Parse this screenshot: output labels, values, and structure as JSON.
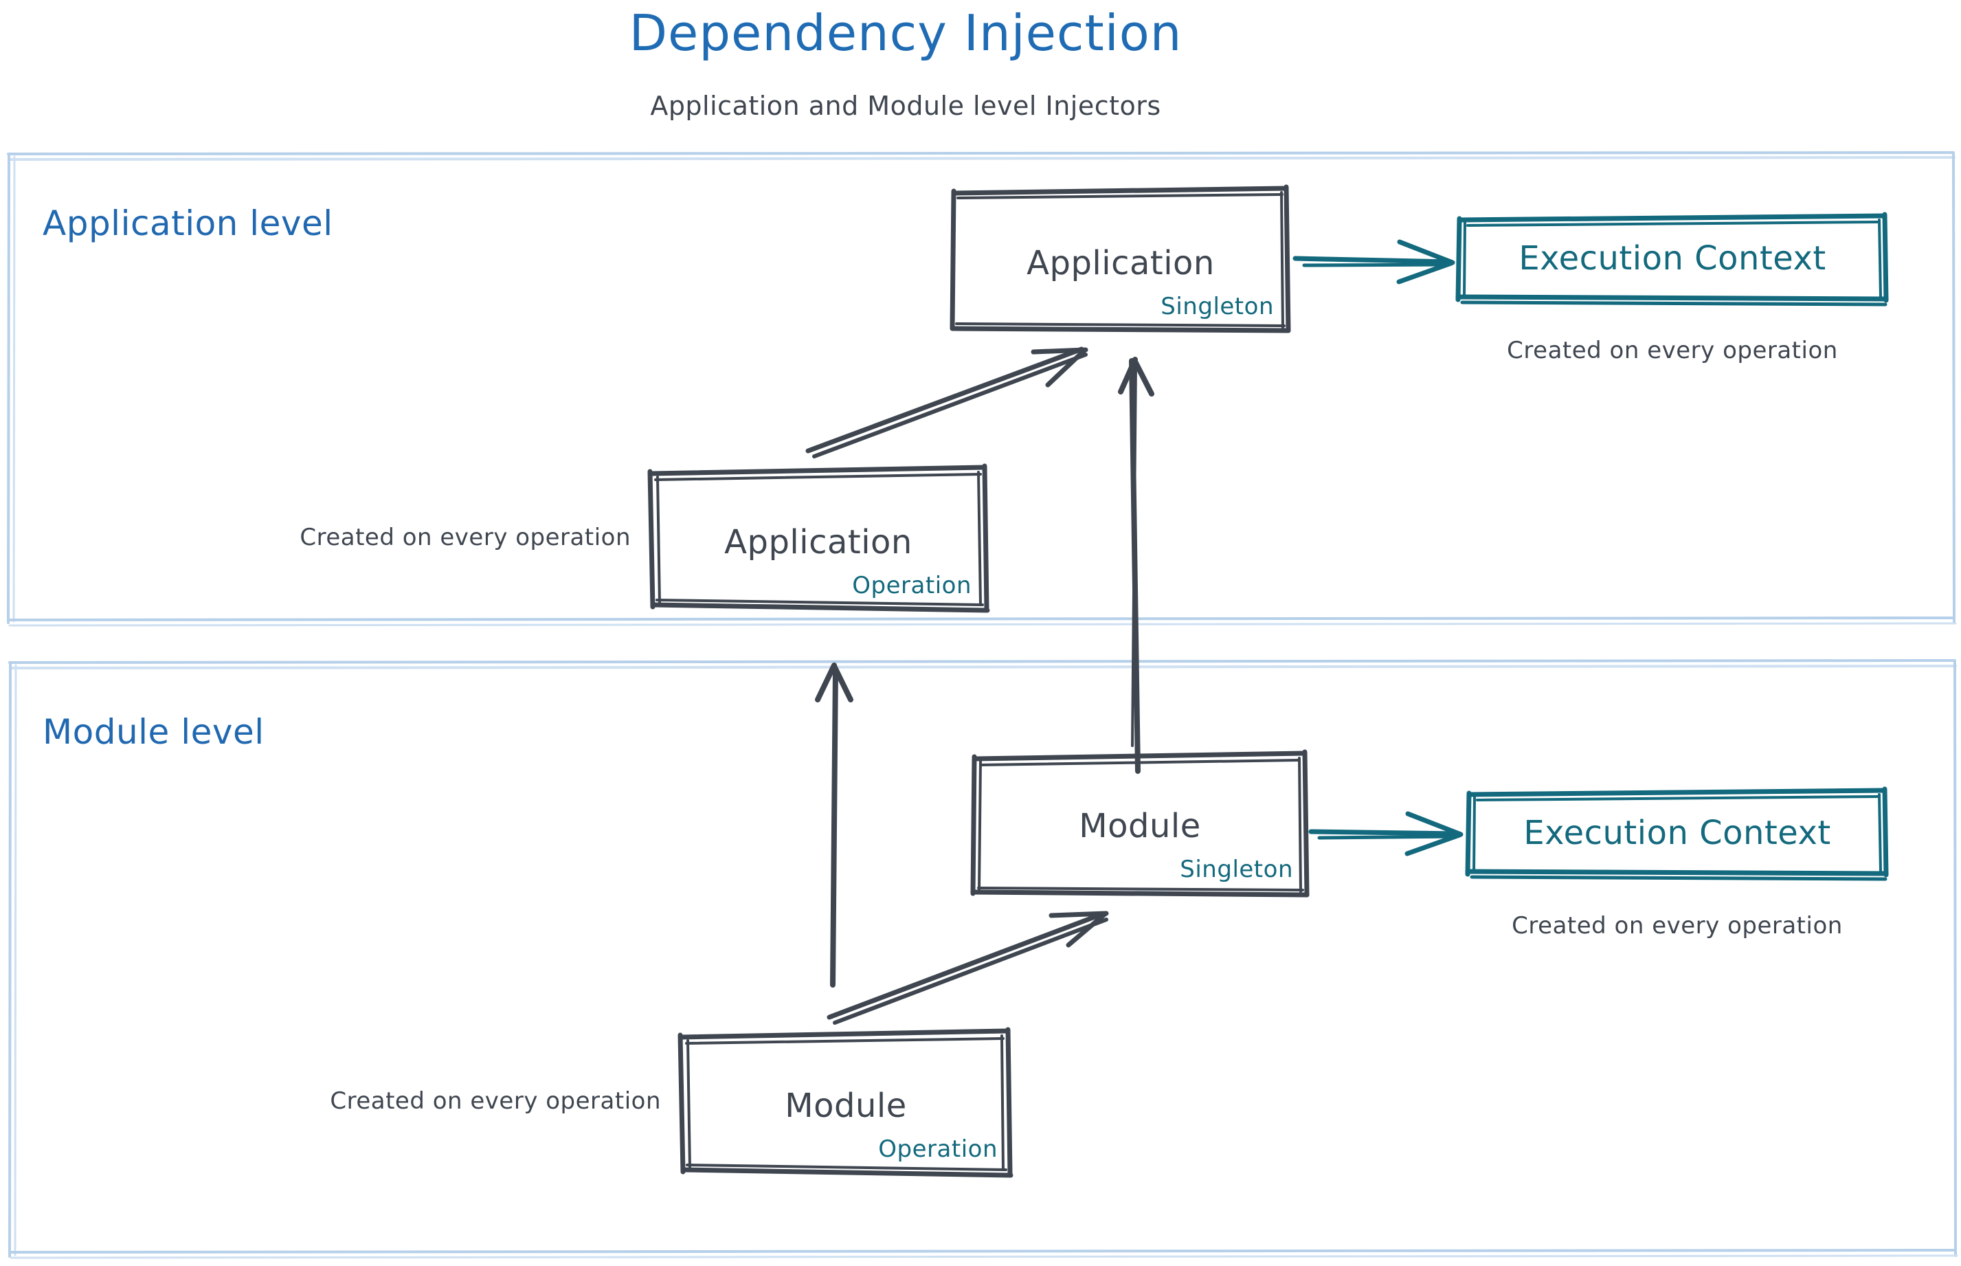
{
  "header": {
    "title": "Dependency Injection",
    "subtitle": "Application and Module level Injectors",
    "title_color": "#1f6cb4",
    "subtitle_color": "#3f4650"
  },
  "colors": {
    "accent_blue": "#1f6cb4",
    "ink_gray": "#3f4650",
    "teal": "#13697d",
    "container_border": "#b6d0ea"
  },
  "containers": [
    {
      "id": "application-level",
      "label": "Application level",
      "label_color": "#2068b0"
    },
    {
      "id": "module-level",
      "label": "Module level",
      "label_color": "#2068b0"
    }
  ],
  "nodes": {
    "application_singleton": {
      "title": "Application",
      "scope": "Singleton",
      "scope_color": "#13697d",
      "border_color": "#3f4650"
    },
    "application_operation": {
      "title": "Application",
      "scope": "Operation",
      "scope_color": "#13697d",
      "border_color": "#3f4650"
    },
    "module_singleton": {
      "title": "Module",
      "scope": "Singleton",
      "scope_color": "#13697d",
      "border_color": "#3f4650"
    },
    "module_operation": {
      "title": "Module",
      "scope": "Operation",
      "scope_color": "#13697d",
      "border_color": "#3f4650"
    },
    "execution_context_app": {
      "title": "Execution Context",
      "border_color": "#13697d",
      "text_color": "#13697d"
    },
    "execution_context_module": {
      "title": "Execution Context",
      "border_color": "#13697d",
      "text_color": "#13697d"
    }
  },
  "notes": {
    "app_exec_note": "Created on every operation",
    "app_operation_note": "Created on every operation",
    "module_exec_note": "Created on every operation",
    "module_operation_note": "Created on every operation"
  },
  "edges": [
    {
      "id": "app-singleton-to-exec-context",
      "from": "application_singleton",
      "to": "execution_context_app",
      "color": "#13697d",
      "style": "sketch-arrow"
    },
    {
      "id": "app-operation-to-app-singleton",
      "from": "application_operation",
      "to": "application_singleton",
      "color": "#3f4650",
      "style": "sketch-arrow"
    },
    {
      "id": "module-singleton-to-app-singleton",
      "from": "module_singleton",
      "to": "application_singleton",
      "color": "#3f4650",
      "style": "sketch-arrow"
    },
    {
      "id": "module-singleton-to-exec-context",
      "from": "module_singleton",
      "to": "execution_context_module",
      "color": "#13697d",
      "style": "sketch-arrow"
    },
    {
      "id": "module-operation-to-module-singleton",
      "from": "module_operation",
      "to": "module_singleton",
      "color": "#3f4650",
      "style": "sketch-arrow"
    },
    {
      "id": "module-operation-to-application-operation",
      "from": "module_operation",
      "to": "application_operation",
      "color": "#3f4650",
      "style": "sketch-arrow"
    }
  ]
}
